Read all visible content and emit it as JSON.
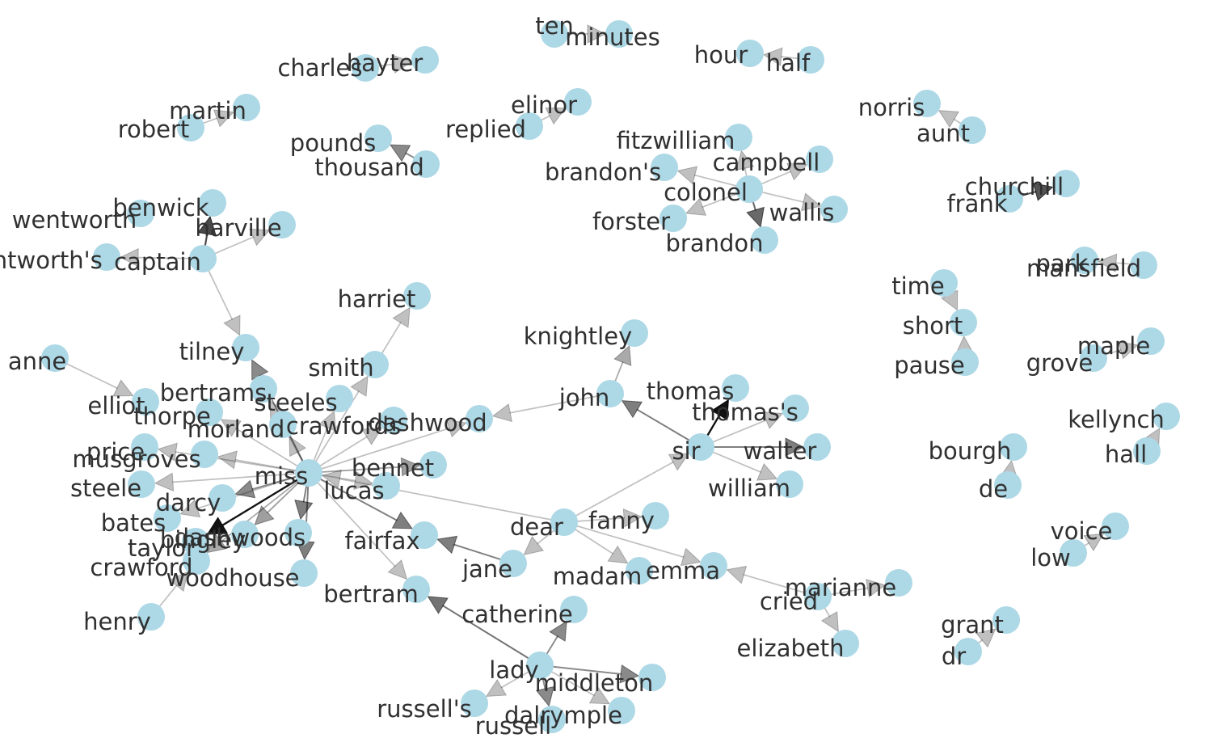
{
  "graph": {
    "node_color": "#add8e6",
    "label_color": "#303030",
    "edge_color": "#000000",
    "nodes": [
      {
        "id": "ten",
        "label": "ten"
      },
      {
        "id": "minutes",
        "label": "minutes"
      },
      {
        "id": "hour",
        "label": "hour"
      },
      {
        "id": "half",
        "label": "half"
      },
      {
        "id": "charles",
        "label": "charles"
      },
      {
        "id": "hayter",
        "label": "hayter"
      },
      {
        "id": "martin",
        "label": "martin"
      },
      {
        "id": "robert",
        "label": "robert"
      },
      {
        "id": "elinor",
        "label": "elinor"
      },
      {
        "id": "replied",
        "label": "replied"
      },
      {
        "id": "pounds",
        "label": "pounds"
      },
      {
        "id": "thousand",
        "label": "thousand"
      },
      {
        "id": "norris",
        "label": "norris"
      },
      {
        "id": "aunt",
        "label": "aunt"
      },
      {
        "id": "fitzwilliam",
        "label": "fitzwilliam"
      },
      {
        "id": "campbell",
        "label": "campbell"
      },
      {
        "id": "brandons",
        "label": "brandon's"
      },
      {
        "id": "colonel",
        "label": "colonel"
      },
      {
        "id": "wallis",
        "label": "wallis"
      },
      {
        "id": "forster",
        "label": "forster"
      },
      {
        "id": "brandon",
        "label": "brandon"
      },
      {
        "id": "churchill",
        "label": "churchill"
      },
      {
        "id": "frank",
        "label": "frank"
      },
      {
        "id": "benwick",
        "label": "benwick"
      },
      {
        "id": "wentworth",
        "label": "wentworth"
      },
      {
        "id": "harville",
        "label": "harville"
      },
      {
        "id": "wentworths",
        "label": "wentworth's"
      },
      {
        "id": "captain",
        "label": "captain"
      },
      {
        "id": "park",
        "label": "park"
      },
      {
        "id": "mansfield",
        "label": "mansfield"
      },
      {
        "id": "time",
        "label": "time"
      },
      {
        "id": "short",
        "label": "short"
      },
      {
        "id": "pause",
        "label": "pause"
      },
      {
        "id": "harriet",
        "label": "harriet"
      },
      {
        "id": "knightley",
        "label": "knightley"
      },
      {
        "id": "maple",
        "label": "maple"
      },
      {
        "id": "grove",
        "label": "grove"
      },
      {
        "id": "tilney",
        "label": "tilney"
      },
      {
        "id": "smith",
        "label": "smith"
      },
      {
        "id": "marianne_l",
        "label": "anne"
      },
      {
        "id": "thomas",
        "label": "thomas"
      },
      {
        "id": "john",
        "label": "john"
      },
      {
        "id": "thomass",
        "label": "thomas's"
      },
      {
        "id": "kellynch",
        "label": "kellynch"
      },
      {
        "id": "hall",
        "label": "hall"
      },
      {
        "id": "elliot",
        "label": "elliot"
      },
      {
        "id": "bertrams",
        "label": "bertrams"
      },
      {
        "id": "steeles",
        "label": "steeles"
      },
      {
        "id": "thorpe",
        "label": "thorpe"
      },
      {
        "id": "dashwood",
        "label": "dashwood"
      },
      {
        "id": "morland",
        "label": "morland"
      },
      {
        "id": "crawfords",
        "label": "crawfords"
      },
      {
        "id": "sir",
        "label": "sir"
      },
      {
        "id": "walter",
        "label": "walter"
      },
      {
        "id": "bourgh",
        "label": "bourgh"
      },
      {
        "id": "de",
        "label": "de"
      },
      {
        "id": "price",
        "label": "price"
      },
      {
        "id": "musgroves",
        "label": "musgroves"
      },
      {
        "id": "bennet",
        "label": "bennet"
      },
      {
        "id": "miss",
        "label": "miss"
      },
      {
        "id": "steele",
        "label": "steele"
      },
      {
        "id": "william",
        "label": "william"
      },
      {
        "id": "lucas",
        "label": "lucas"
      },
      {
        "id": "darcy",
        "label": "darcy"
      },
      {
        "id": "fanny",
        "label": "fanny"
      },
      {
        "id": "dear",
        "label": "dear"
      },
      {
        "id": "bates",
        "label": "bates"
      },
      {
        "id": "voice",
        "label": "voice"
      },
      {
        "id": "low",
        "label": "low"
      },
      {
        "id": "dashwoods",
        "label": "dashwoods"
      },
      {
        "id": "bingley",
        "label": "bingley"
      },
      {
        "id": "fairfax",
        "label": "fairfax"
      },
      {
        "id": "taylor",
        "label": "taylor"
      },
      {
        "id": "jane",
        "label": "jane"
      },
      {
        "id": "madam",
        "label": "madam"
      },
      {
        "id": "emma",
        "label": "emma"
      },
      {
        "id": "crawford",
        "label": "crawford"
      },
      {
        "id": "woodhouse",
        "label": "woodhouse"
      },
      {
        "id": "marianne",
        "label": "marianne"
      },
      {
        "id": "cried",
        "label": "cried"
      },
      {
        "id": "bertram",
        "label": "bertram"
      },
      {
        "id": "catherine",
        "label": "catherine"
      },
      {
        "id": "henry",
        "label": "henry"
      },
      {
        "id": "grant",
        "label": "grant"
      },
      {
        "id": "dr",
        "label": "dr"
      },
      {
        "id": "elizabeth",
        "label": "elizabeth"
      },
      {
        "id": "lady",
        "label": "lady"
      },
      {
        "id": "middleton",
        "label": "middleton"
      },
      {
        "id": "russells",
        "label": "russell's"
      },
      {
        "id": "dalrymple",
        "label": "dalrymple"
      },
      {
        "id": "russell",
        "label": "russell"
      }
    ],
    "edges": [
      {
        "from": "ten",
        "to": "minutes",
        "weight": 0.15
      },
      {
        "from": "half",
        "to": "hour",
        "weight": 0.15
      },
      {
        "from": "charles",
        "to": "hayter",
        "weight": 0.15
      },
      {
        "from": "robert",
        "to": "martin",
        "weight": 0.15
      },
      {
        "from": "replied",
        "to": "elinor",
        "weight": 0.15
      },
      {
        "from": "thousand",
        "to": "pounds",
        "weight": 0.4
      },
      {
        "from": "aunt",
        "to": "norris",
        "weight": 0.15
      },
      {
        "from": "colonel",
        "to": "fitzwilliam",
        "weight": 0.15
      },
      {
        "from": "colonel",
        "to": "campbell",
        "weight": 0.15
      },
      {
        "from": "colonel",
        "to": "brandons",
        "weight": 0.15
      },
      {
        "from": "colonel",
        "to": "wallis",
        "weight": 0.15
      },
      {
        "from": "colonel",
        "to": "forster",
        "weight": 0.15
      },
      {
        "from": "colonel",
        "to": "brandon",
        "weight": 0.55
      },
      {
        "from": "frank",
        "to": "churchill",
        "weight": 0.65
      },
      {
        "from": "captain",
        "to": "benwick",
        "weight": 0.7
      },
      {
        "from": "captain",
        "to": "harville",
        "weight": 0.15
      },
      {
        "from": "captain",
        "to": "wentworths",
        "weight": 0.15
      },
      {
        "from": "captain",
        "to": "tilney",
        "weight": 0.15
      },
      {
        "from": "mansfield",
        "to": "park",
        "weight": 0.15
      },
      {
        "from": "time",
        "to": "short",
        "weight": 0.15
      },
      {
        "from": "pause",
        "to": "short",
        "weight": 0.15
      },
      {
        "from": "grove",
        "to": "maple",
        "weight": 0.15
      },
      {
        "from": "smith",
        "to": "harriet",
        "weight": 0.15
      },
      {
        "from": "john",
        "to": "knightley",
        "weight": 0.25
      },
      {
        "from": "marianne_l",
        "to": "elliot",
        "weight": 0.15
      },
      {
        "from": "sir",
        "to": "thomas",
        "weight": 0.95
      },
      {
        "from": "sir",
        "to": "thomass",
        "weight": 0.15
      },
      {
        "from": "sir",
        "to": "walter",
        "weight": 0.45
      },
      {
        "from": "sir",
        "to": "william",
        "weight": 0.15
      },
      {
        "from": "sir",
        "to": "john",
        "weight": 0.45
      },
      {
        "from": "hall",
        "to": "kellynch",
        "weight": 0.15
      },
      {
        "from": "de",
        "to": "bourgh",
        "weight": 0.15
      },
      {
        "from": "low",
        "to": "voice",
        "weight": 0.15
      },
      {
        "from": "dr",
        "to": "grant",
        "weight": 0.15
      },
      {
        "from": "miss",
        "to": "tilney",
        "weight": 0.4
      },
      {
        "from": "miss",
        "to": "smith",
        "weight": 0.15
      },
      {
        "from": "miss",
        "to": "steeles",
        "weight": 0.15
      },
      {
        "from": "miss",
        "to": "bertrams",
        "weight": 0.15
      },
      {
        "from": "miss",
        "to": "thorpe",
        "weight": 0.15
      },
      {
        "from": "miss",
        "to": "morland",
        "weight": 0.15
      },
      {
        "from": "miss",
        "to": "crawfords",
        "weight": 0.15
      },
      {
        "from": "miss",
        "to": "dashwood",
        "weight": 0.15
      },
      {
        "from": "miss",
        "to": "price",
        "weight": 0.15
      },
      {
        "from": "miss",
        "to": "musgroves",
        "weight": 0.15
      },
      {
        "from": "miss",
        "to": "steele",
        "weight": 0.15
      },
      {
        "from": "miss",
        "to": "bennet",
        "weight": 0.3
      },
      {
        "from": "miss",
        "to": "lucas",
        "weight": 0.15
      },
      {
        "from": "miss",
        "to": "darcy",
        "weight": 0.4
      },
      {
        "from": "miss",
        "to": "bates",
        "weight": 0.15
      },
      {
        "from": "miss",
        "to": "dashwoods",
        "weight": 0.45
      },
      {
        "from": "miss",
        "to": "bingley",
        "weight": 0.3
      },
      {
        "from": "miss",
        "to": "woodhouse",
        "weight": 0.45
      },
      {
        "from": "miss",
        "to": "fairfax",
        "weight": 0.45
      },
      {
        "from": "miss",
        "to": "taylor",
        "weight": 0.95
      },
      {
        "from": "miss",
        "to": "crawford",
        "weight": 0.25
      },
      {
        "from": "miss",
        "to": "bertram",
        "weight": 0.15
      },
      {
        "from": "dear",
        "to": "miss",
        "weight": 0.15
      },
      {
        "from": "dear",
        "to": "sir",
        "weight": 0.15
      },
      {
        "from": "dear",
        "to": "fanny",
        "weight": 0.15
      },
      {
        "from": "dear",
        "to": "jane",
        "weight": 0.15
      },
      {
        "from": "dear",
        "to": "madam",
        "weight": 0.15
      },
      {
        "from": "dear",
        "to": "emma",
        "weight": 0.15
      },
      {
        "from": "john",
        "to": "dashwood",
        "weight": 0.15
      },
      {
        "from": "henry",
        "to": "crawford",
        "weight": 0.15
      },
      {
        "from": "jane",
        "to": "fairfax",
        "weight": 0.45
      },
      {
        "from": "cried",
        "to": "marianne",
        "weight": 0.15
      },
      {
        "from": "cried",
        "to": "emma",
        "weight": 0.15
      },
      {
        "from": "cried",
        "to": "elizabeth",
        "weight": 0.15
      },
      {
        "from": "lady",
        "to": "catherine",
        "weight": 0.4
      },
      {
        "from": "lady",
        "to": "bertram",
        "weight": 0.5
      },
      {
        "from": "lady",
        "to": "middleton",
        "weight": 0.4
      },
      {
        "from": "lady",
        "to": "russells",
        "weight": 0.15
      },
      {
        "from": "lady",
        "to": "dalrymple",
        "weight": 0.15
      },
      {
        "from": "lady",
        "to": "russell",
        "weight": 0.4
      }
    ]
  }
}
